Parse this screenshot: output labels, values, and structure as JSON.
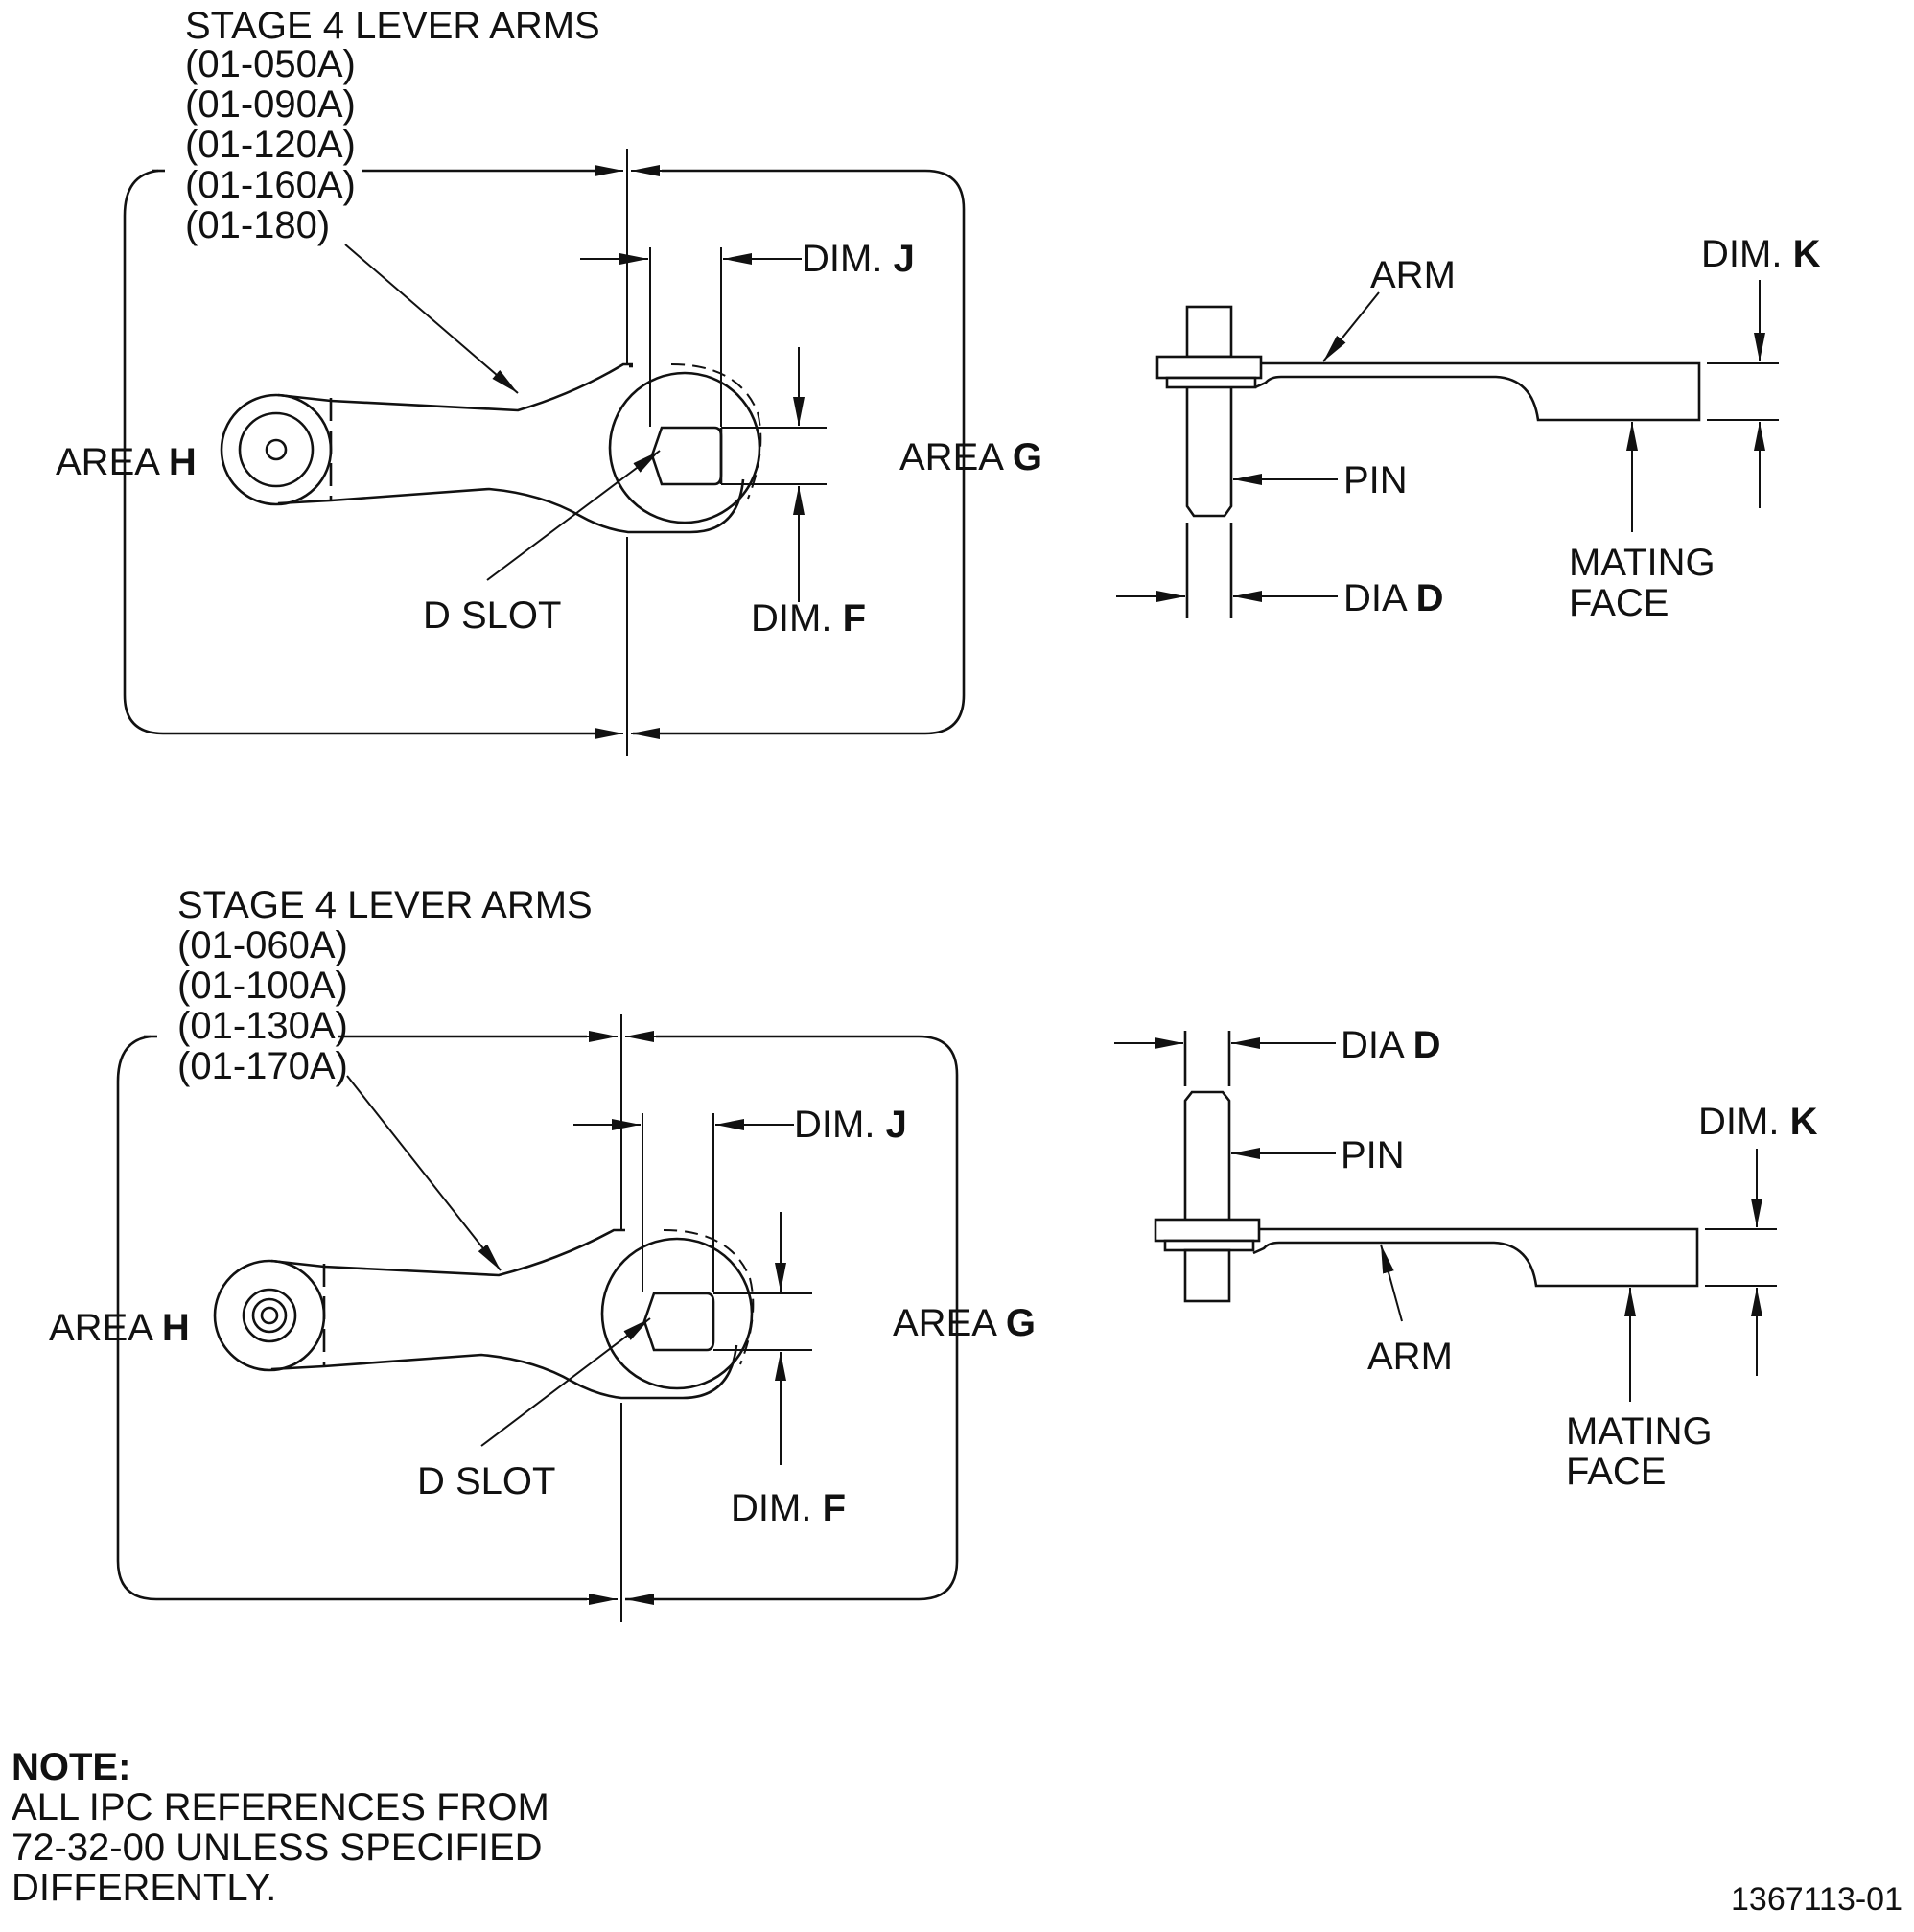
{
  "figure": {
    "top": {
      "title": "STAGE 4 LEVER ARMS",
      "refs": [
        "(01-050A)",
        "(01-090A)",
        "(01-120A)",
        "(01-160A)",
        "(01-180)"
      ],
      "dim_j": "DIM.",
      "dim_j_letter": "J",
      "dim_f": "DIM.",
      "dim_f_letter": "F",
      "area_h": "AREA",
      "area_h_letter": "H",
      "area_g": "AREA",
      "area_g_letter": "G",
      "d_slot": "D SLOT",
      "side": {
        "arm": "ARM",
        "pin": "PIN",
        "dia": "DIA",
        "dia_letter": "D",
        "dim_k": "DIM.",
        "dim_k_letter": "K",
        "mating_face": [
          "MATING",
          "FACE"
        ]
      }
    },
    "bottom": {
      "title": "STAGE 4 LEVER ARMS",
      "refs": [
        "(01-060A)",
        "(01-100A)",
        "(01-130A)",
        "(01-170A)"
      ],
      "dim_j": "DIM.",
      "dim_j_letter": "J",
      "dim_f": "DIM.",
      "dim_f_letter": "F",
      "area_h": "AREA",
      "area_h_letter": "H",
      "area_g": "AREA",
      "area_g_letter": "G",
      "d_slot": "D SLOT",
      "side": {
        "arm": "ARM",
        "pin": "PIN",
        "dia": "DIA",
        "dia_letter": "D",
        "dim_k": "DIM.",
        "dim_k_letter": "K",
        "mating_face": [
          "MATING",
          "FACE"
        ]
      }
    }
  },
  "note": {
    "heading": "NOTE:",
    "lines": [
      "ALL IPC REFERENCES FROM",
      "72-32-00 UNLESS SPECIFIED",
      "DIFFERENTLY."
    ]
  },
  "figure_number": "1367113-01"
}
